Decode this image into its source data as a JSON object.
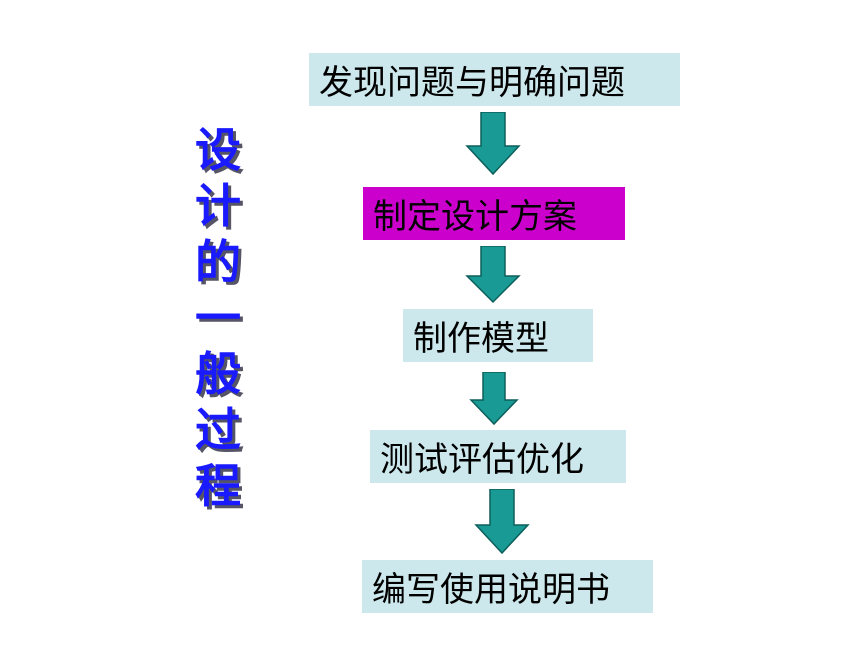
{
  "title_chars": [
    "设",
    "计",
    "的",
    "一",
    "般",
    "过",
    "程"
  ],
  "steps": [
    {
      "label": "发现问题与明确问题"
    },
    {
      "label": "制定设计方案"
    },
    {
      "label": "制作模型"
    },
    {
      "label": "测试评估优化"
    },
    {
      "label": "编写使用说明书"
    }
  ],
  "colors": {
    "title_text": "#1a1aff",
    "step_box": "#cce8ec",
    "highlight_box": "#cc00cc",
    "arrow": "#1a9a94"
  }
}
